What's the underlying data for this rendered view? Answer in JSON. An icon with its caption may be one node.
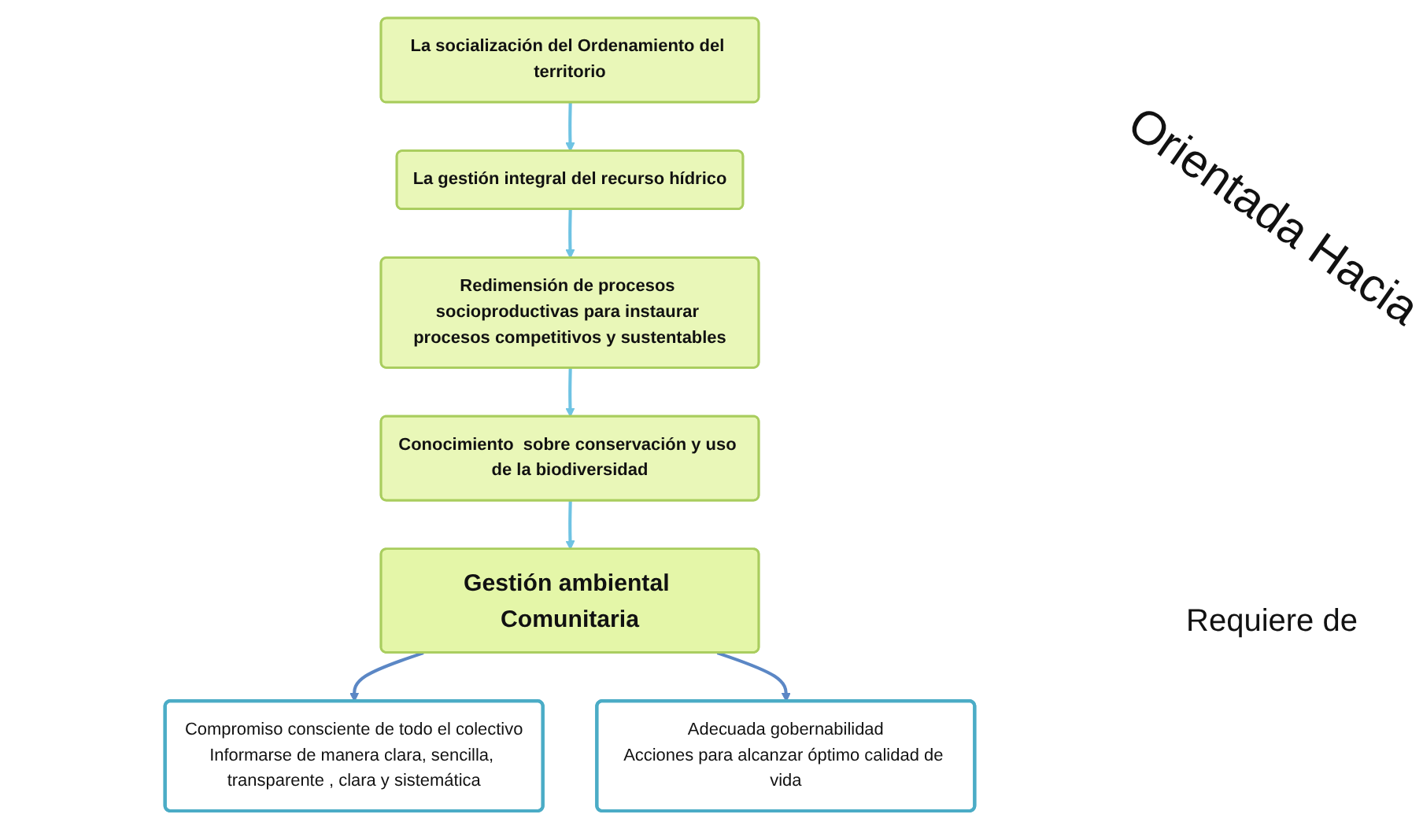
{
  "diagram": {
    "nodes": [
      {
        "text": [
          "La socialización del Ordenamiento del territorio"
        ]
      },
      {
        "text": [
          "La gestión integral del recurso hídrico"
        ]
      },
      {
        "text": [
          "Redimensión de procesos socioproductivas para instaurar procesos competitivos y sustentables"
        ]
      },
      {
        "text": [
          "Conocimiento  sobre conservación y uso de la biodiversidad"
        ]
      },
      {
        "text": [
          "Compromiso consciente de todo el colectivo",
          "Informarse de manera clara, sencilla, transparente , clara y sistemática"
        ]
      },
      {
        "text": [
          "Gestión ambiental Comunitaria"
        ]
      },
      {
        "text": [
          "Adecuada gobernabilidad",
          "Acciones para alcanzar óptimo calidad de vida"
        ]
      }
    ],
    "edges": [
      {
        "from": 0,
        "to": 1,
        "arrow": "to"
      },
      {
        "from": 1,
        "to": 2,
        "arrow": "to"
      },
      {
        "from": 2,
        "to": 3,
        "arrow": "to"
      },
      {
        "from": 3,
        "to": 5,
        "arrow": "to"
      },
      {
        "from": 5,
        "to": 4,
        "arrow": "to",
        "color": "#5b87c5"
      },
      {
        "from": 5,
        "to": 6,
        "arrow": "to",
        "color": "#5b87c5"
      }
    ],
    "labels": [
      "Orientada Hacia",
      "Requiere de"
    ]
  }
}
